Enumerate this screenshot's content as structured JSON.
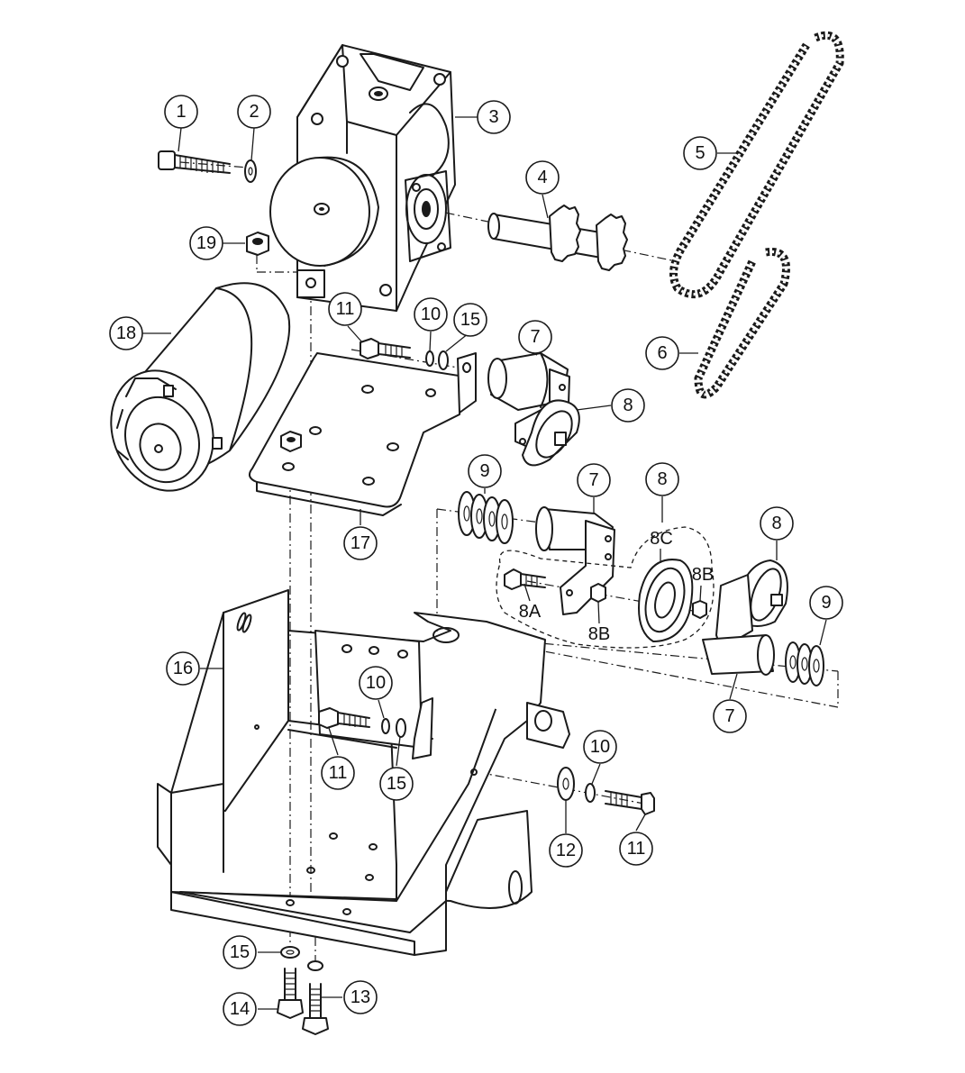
{
  "callouts": [
    {
      "id": "c1",
      "label": "1"
    },
    {
      "id": "c2",
      "label": "2"
    },
    {
      "id": "c3",
      "label": "3"
    },
    {
      "id": "c4",
      "label": "4"
    },
    {
      "id": "c5",
      "label": "5"
    },
    {
      "id": "c6",
      "label": "6"
    },
    {
      "id": "c7a",
      "label": "7"
    },
    {
      "id": "c7b",
      "label": "7"
    },
    {
      "id": "c7c",
      "label": "7"
    },
    {
      "id": "c8a",
      "label": "8"
    },
    {
      "id": "c8b",
      "label": "8"
    },
    {
      "id": "c8c",
      "label": "8"
    },
    {
      "id": "c9a",
      "label": "9"
    },
    {
      "id": "c9b",
      "label": "9"
    },
    {
      "id": "c10a",
      "label": "10"
    },
    {
      "id": "c10b",
      "label": "10"
    },
    {
      "id": "c10c",
      "label": "10"
    },
    {
      "id": "c11a",
      "label": "11"
    },
    {
      "id": "c11b",
      "label": "11"
    },
    {
      "id": "c11c",
      "label": "11"
    },
    {
      "id": "c12",
      "label": "12"
    },
    {
      "id": "c13",
      "label": "13"
    },
    {
      "id": "c14",
      "label": "14"
    },
    {
      "id": "c15a",
      "label": "15"
    },
    {
      "id": "c15b",
      "label": "15"
    },
    {
      "id": "c15c",
      "label": "15"
    },
    {
      "id": "c16",
      "label": "16"
    },
    {
      "id": "c17",
      "label": "17"
    },
    {
      "id": "c18",
      "label": "18"
    },
    {
      "id": "c19",
      "label": "19"
    }
  ],
  "sublabels": {
    "a8a": "8A",
    "a8b1": "8B",
    "a8b2": "8B",
    "a8c": "8C"
  }
}
